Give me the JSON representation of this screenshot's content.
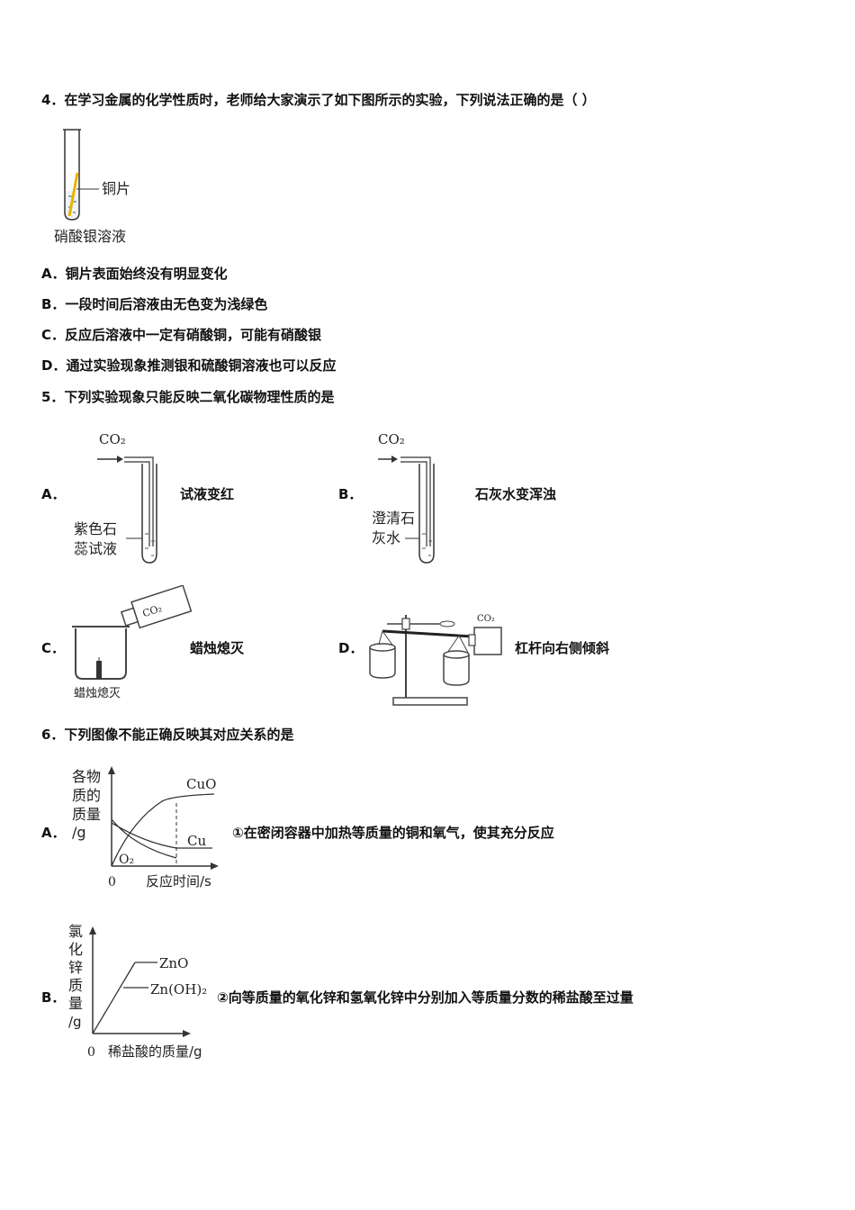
{
  "q4": {
    "stem": "4．在学习金属的化学性质时，老师给大家演示了如下图所示的实验，下列说法正确的是（ ）",
    "fig_label_copper": "铜片",
    "fig_label_solution": "硝酸银溶液",
    "options": [
      "A．铜片表面始终没有明显变化",
      "B．一段时间后溶液由无色变为浅绿色",
      "C．反应后溶液中一定有硝酸铜，可能有硝酸银",
      "D．通过实验现象推测银和硫酸铜溶液也可以反应"
    ]
  },
  "q5": {
    "stem": "5．下列实验现象只能反映二氧化碳物理性质的是",
    "A": {
      "letter": "A．",
      "text": "试液变红",
      "gas": "CO₂",
      "label1": "紫色石",
      "label2": "蕊试液"
    },
    "B": {
      "letter": "B．",
      "text": "石灰水变浑浊",
      "gas": "CO₂",
      "label1": "澄清石",
      "label2": "灰水"
    },
    "C": {
      "letter": "C．",
      "text": "蜡烛熄灭",
      "gas": "CO₂",
      "caption": "蜡烛熄灭"
    },
    "D": {
      "letter": "D．",
      "text": "杠杆向右侧倾斜",
      "gas": "CO₂"
    }
  },
  "q6": {
    "stem": "6．下列图像不能正确反映其对应关系的是",
    "A": {
      "letter": "A．",
      "text": "①在密闭容器中加热等质量的铜和氧气，使其充分反应",
      "ylabel": [
        "各物",
        "质的",
        "质量",
        "/g"
      ],
      "xlabel": "反应时间/s",
      "origin": "0",
      "curves": [
        "CuO",
        "Cu",
        "O₂"
      ]
    },
    "B": {
      "letter": "B．",
      "text": "②向等质量的氧化锌和氢氧化锌中分别加入等质量分数的稀盐酸至过量",
      "ylabel": [
        "氯",
        "化",
        "锌",
        "质",
        "量",
        "/g"
      ],
      "xlabel": "稀盐酸的质量/g",
      "origin": "0",
      "curves": [
        "ZnO",
        "Zn(OH)₂"
      ]
    }
  }
}
